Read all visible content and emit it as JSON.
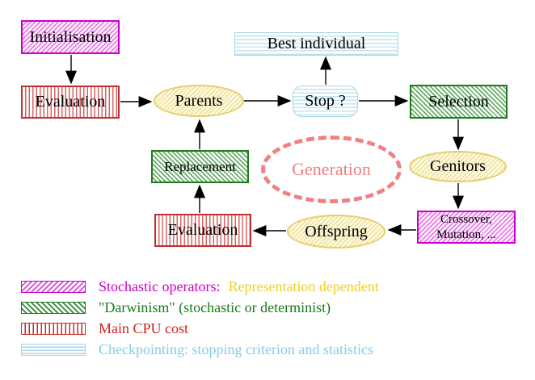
{
  "nodes": {
    "initialisation": "Initialisation",
    "evaluation_top": "Evaluation",
    "parents": "Parents",
    "best_individual": "Best individual",
    "stop": "Stop ?",
    "selection": "Selection",
    "replacement": "Replacement",
    "generation": "Generation",
    "genitors": "Genitors",
    "crossover_line1": "Crossover,",
    "crossover_line2": "Mutation, ...",
    "offspring": "Offspring",
    "evaluation_bottom": "Evaluation"
  },
  "legend": [
    {
      "label": "Stochastic operators:",
      "label2": "Representation dependent",
      "swatch": "magenta-diagonal-hatch",
      "label_color": "#cc00cc",
      "label2_color": "#f0d020"
    },
    {
      "label": "\"Darwinism\" (stochastic or determinist)",
      "swatch": "green-diagonal-hatch",
      "label_color": "#1a7a1a"
    },
    {
      "label": "Main CPU cost",
      "swatch": "red-vertical-hatch",
      "label_color": "#cc2222"
    },
    {
      "label": "Checkpointing: stopping criterion and statistics",
      "swatch": "cyan-horizontal-hatch",
      "label_color": "#85cbe9"
    }
  ],
  "colors": {
    "magenta_border": "#cc00cc",
    "green_border": "#1f7a1f",
    "red_border": "#c03030",
    "cyan_border": "#a3d5e6",
    "yellow_ellipse_border": "#e3cf6a",
    "generation_dashed": "#f28080",
    "arrow": "#000000",
    "node_text": "#000000",
    "background": "#ffffff"
  }
}
